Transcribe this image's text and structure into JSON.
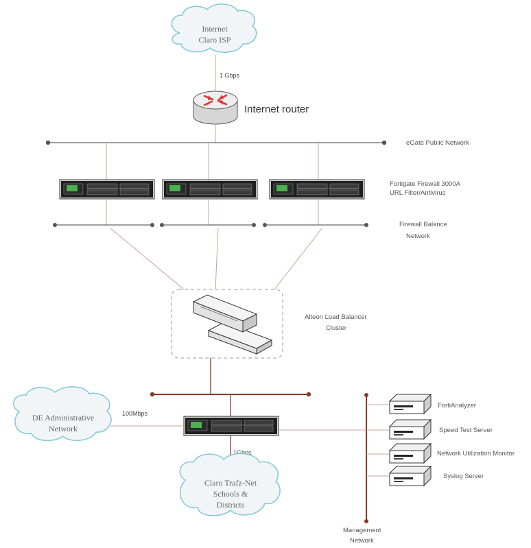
{
  "colors": {
    "cloud_fill": "#f2f5f7",
    "cloud_stroke": "#7ec8d8",
    "bus_dark": "#555555",
    "bus_brown": "#8a3a2a",
    "link": "#c4a49c",
    "fw_green": "#4caf50",
    "router_arrows": "#d63b3b"
  },
  "clouds": {
    "internet": {
      "line1": "Internet",
      "line2": "Claro ISP"
    },
    "admin": {
      "line1": "DE Administrative",
      "line2": "Network"
    },
    "schools": {
      "line1": "Claro Trafz-Net",
      "line2": "Schools &",
      "line3": "Districts"
    }
  },
  "router": {
    "label": "Internet router",
    "uplink_speed": "1 Gbps"
  },
  "networks": {
    "public": "eGate Public Network",
    "firewall_line1": "Firewall Balance",
    "firewall_line2": "Network",
    "management_line1": "Management",
    "management_line2": "Network"
  },
  "firewalls": {
    "line1": "Fortigate Firewall 3000A",
    "line2": "URL Filter/Antivirus"
  },
  "load_balancer": {
    "line1": "Alteon Load Balancer",
    "line2": "Cluster"
  },
  "links": {
    "admin_speed": "100Mbps",
    "schools_speed": "1Gbps"
  },
  "servers": [
    {
      "label": "FortiAnalyzer"
    },
    {
      "label": "Speed Test Server"
    },
    {
      "label": "Network Utilization Monitor"
    },
    {
      "label": "Syslog Server"
    }
  ]
}
